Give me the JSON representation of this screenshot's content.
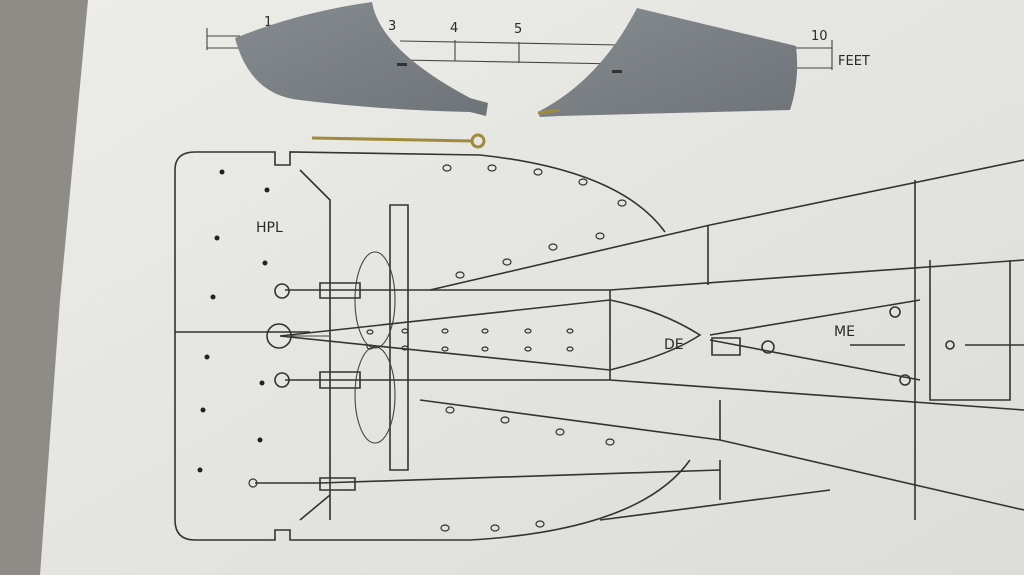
{
  "scale_bar": {
    "ticks": [
      "1",
      "3",
      "4",
      "5",
      "10"
    ],
    "unit": "FEET"
  },
  "drawing_labels": {
    "stabilizer": "HPL",
    "rudder_part": "DE",
    "fin_part": "ME"
  },
  "colors": {
    "paper": "#e6e6e2",
    "carpet": "#8f8c88",
    "plastic_part": "#7b8085",
    "brass_rod": "#a08a3c",
    "line": "#333333"
  }
}
